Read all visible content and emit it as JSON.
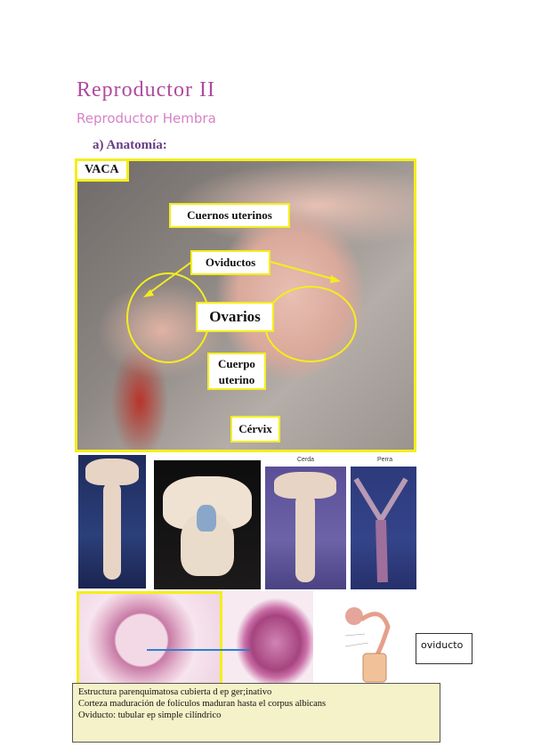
{
  "document": {
    "title": "Reproductor II",
    "subtitle": "Reproductor Hembra",
    "section": "a) Anatomía:"
  },
  "main_photo": {
    "species_label": "VACA",
    "labels": {
      "cuernos": "Cuernos uterinos",
      "oviductos": "Oviductos",
      "ovarios": "Ovarios",
      "cuerpo_line1": "Cuerpo",
      "cuerpo_line2": "uterino",
      "cervix": "Cérvix"
    }
  },
  "specimen_row": {
    "captions": {
      "cerda": "Cerda",
      "perra": "Perra"
    }
  },
  "histology": {
    "side_label": "oviducto"
  },
  "notes": {
    "lines": [
      "Estructura parenquimatosa cubierta d ep ger;inativo",
      "Corteza maduración de folículos maduran hasta el corpus albicans",
      "Oviducto: tubular ep simple cilíndrico"
    ]
  },
  "colors": {
    "title": "#b04a9c",
    "subtitle": "#d783c8",
    "section": "#6a3d86",
    "highlight": "#f4ee1c",
    "notes_bg": "#f5f1c8",
    "connector": "#2f7fd0"
  }
}
